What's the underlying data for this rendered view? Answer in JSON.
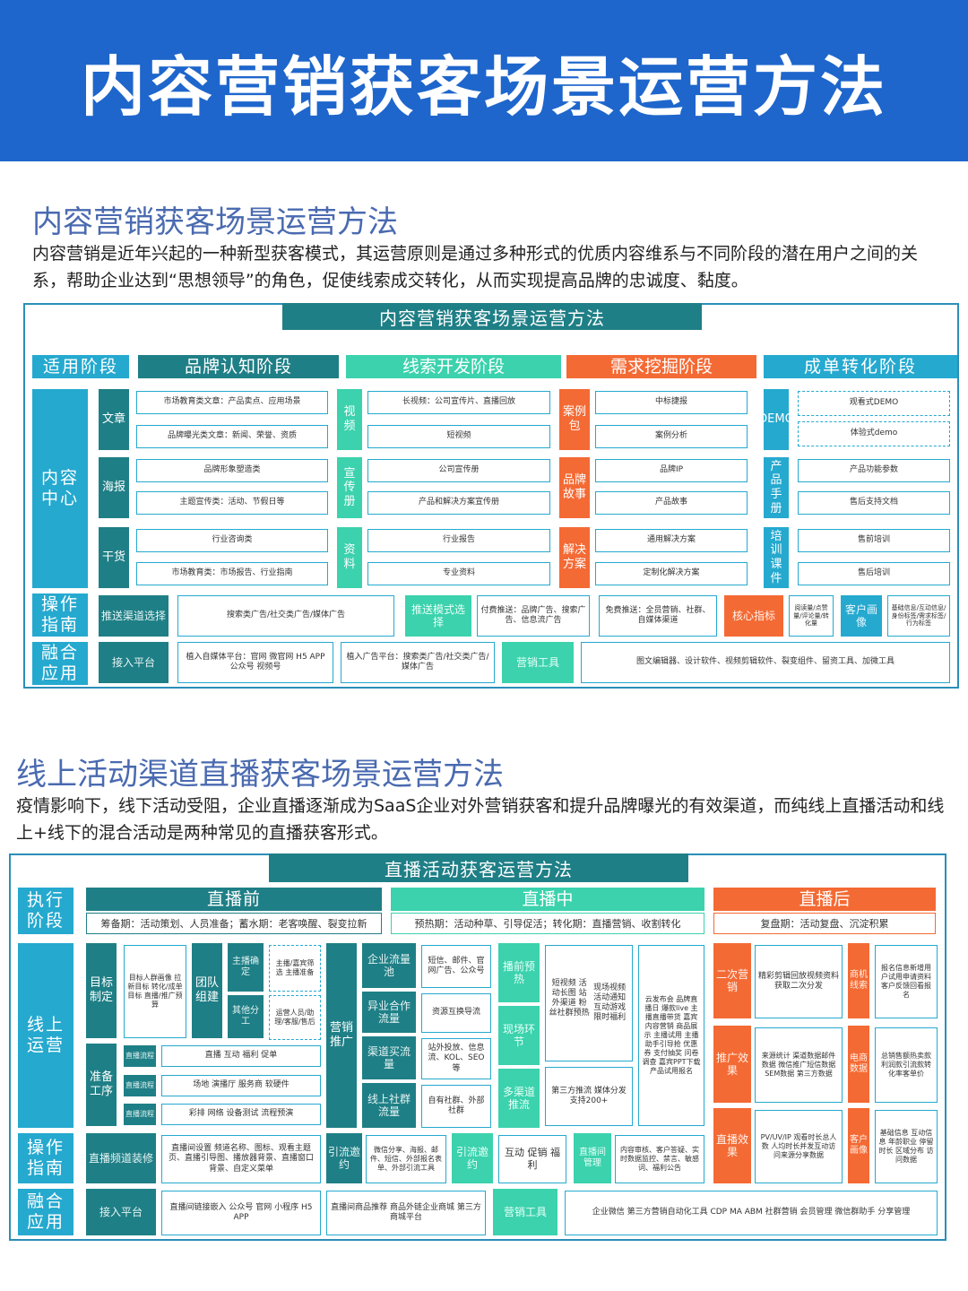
{
  "banner": {
    "title": "内容营销获客场景运营方法"
  },
  "s1": {
    "heading": "内容营销获客场景运营方法",
    "intro": "内容营销是近年兴起的一种新型获客模式，其运营原则是通过多种形式的优质内容维系与不同阶段的潜在用户之间的关系，帮助企业达到“思想领导”的角色，促使线索成交转化，从而实现提高品牌的忠诚度、黏度。",
    "box_title": "内容营销获客场景运营方法",
    "stages": [
      "适用阶段",
      "品牌认知阶段",
      "线索开发阶段",
      "需求挖掘阶段",
      "成单转化阶段"
    ],
    "rows": [
      "内容中心",
      "操作指南",
      "融合应用"
    ],
    "brand": {
      "cats": [
        "文章",
        "海报",
        "干货"
      ],
      "items": [
        "市场教育类文章：产品卖点、应用场景",
        "品牌曝光类文章：新闻、荣誉、资质",
        "品牌形象塑造类",
        "主题宣传类：活动、节假日等",
        "行业咨询类",
        "市场教育类：市场报告、行业指南"
      ]
    },
    "lead": {
      "cats": [
        "视频",
        "宣传册",
        "资料"
      ],
      "items": [
        "长视频：公司宣传片、直播回放",
        "短视频",
        "公司宣传册",
        "产品和解决方案宣传册",
        "行业报告",
        "专业资料"
      ]
    },
    "demand": {
      "cats": [
        "案例包",
        "品牌故事",
        "解决方案"
      ],
      "items": [
        "中标捷报",
        "案例分析",
        "品牌IP",
        "产品故事",
        "通用解决方案",
        "定制化解决方案"
      ]
    },
    "conv": {
      "cats": [
        "DEMO",
        "产品手册",
        "培训课件"
      ],
      "items": [
        "观看式DEMO",
        "体验式demo",
        "产品功能参数",
        "售后支持文档",
        "售前培训",
        "售后培训"
      ]
    },
    "guide": {
      "push_channel": "推送渠道选择",
      "channels": "搜索类广告/社交类广告/媒体广告",
      "push_mode": "推送模式选择",
      "paid": "付费推送：品牌广告、搜索广告、信息流广告",
      "free": "免费推送：全员营销、社群、自媒体渠道",
      "kpi": "核心指标",
      "kpi_items": "阅读量/点赞量/评论量/转化量",
      "persona": "客户画像",
      "persona_items": "基础信息/互动信息/身份标签/需求标签/行为标签"
    },
    "fusion": {
      "platform": "接入平台",
      "self_media": "植入自媒体平台：官网 微官网 H5 APP 公众号 视频号",
      "ad_platform": "植入广告平台：搜索类广告/社交类广告/媒体广告",
      "tools": "营销工具",
      "tools_items": "图文编辑器、设计软件、视频剪辑软件、裂变组件、留资工具、加微工具"
    }
  },
  "s2": {
    "heading": "线上活动渠道直播获客场景运营方法",
    "intro": "疫情影响下，线下活动受阻，企业直播逐渐成为SaaS企业对外营销获客和提升品牌曝光的有效渠道，而纯线上直播活动和线上+线下的混合活动是两种常见的直播获客形式。",
    "box_title": "直播活动获客运营方法",
    "exec": "执行阶段",
    "phases": [
      "直播前",
      "直播中",
      "直播后"
    ],
    "phase_subs": [
      "筹备期：活动策划、人员准备；蓄水期：老客唤醒、裂变拉新",
      "预热期：活动种草、引导促活；转化期：直播营销、收割转化",
      "复盘期：活动复盘、沉淀积累"
    ],
    "rows": [
      "线上运营",
      "操作指南",
      "融合应用"
    ],
    "pre": {
      "goal_label": "目标制定",
      "goal_items": "目标人群画像 拉新目标 转化/成单目标 直播/推广预算",
      "team_label": "团队组建",
      "host": "主播确定",
      "host_items": "主播/嘉宾筛选 主播准备",
      "other": "其他分工",
      "other_items": "运营人员/助理/客服/售后",
      "prep_label": "准备工序",
      "p1": "直播流程",
      "p1t": "直播 互动 福利 促单",
      "p2": "直播流程",
      "p2t": "场地 演播厅 服务商 软硬件",
      "p3": "直播流程",
      "p3t": "彩排 网络 设备测试 流程预演",
      "promo_label": "营销推广",
      "pr1": "企业流量池",
      "pr1t": "短信、邮件、官网广告、公众号",
      "pr2": "异业合作流量",
      "pr2t": "资源互换导流",
      "pr3": "渠道买流量",
      "pr3t": "站外投放、信息流、KOL、SEO等",
      "pr4": "线上社群流量",
      "pr4t": "自有社群、外部社群"
    },
    "mid": {
      "l1": "播前预热",
      "t1": "短视频 活动长图 站外渠道 粉丝社群预热",
      "l2": "现场环节",
      "t2": "现场视频 活动通知 互动游戏 限时福利",
      "l3": "多渠道推流",
      "t3": "第三方推流 媒体分发 支持200+",
      "cloud": "云发布会 品牌直播日 爆款live 主播直播带货 嘉宾内容营销 商品展示 主播试用 主播助手引导抢 优惠券 支付抽奖 问卷调查 嘉宾PPT下载 产品试用报名"
    },
    "post": {
      "l1": "二次营销",
      "t1": "精彩剪辑回放视频资料获取二次分发",
      "l2": "商机线索",
      "t2": "报名信息新增用户试用申请资料客户反馈回看报名",
      "l3": "推广效果",
      "t3": "来源统计 渠道数据邮件数据 微信推广短信数据SEM数据 第三方数据",
      "l4": "电商数据",
      "t4": "总销售额热卖款利润款引流款转化率客单价",
      "l5": "直播效果",
      "t5": "PV/UV/IP 观看时长总人数 人均时长并发互动访问来源分享数据",
      "l6": "客户画像",
      "t6": "基础信息 互动信息 年龄职业 停留时长 区域分布 访问数据"
    },
    "guide": {
      "channel": "直播频道装修",
      "channel_items": "直播间设置 频道名称、图标、观看主题页、直播引导图、播放器背景、直播窗口背景、自定义菜单",
      "l1": "引流邀约",
      "t1": "微信分享、海报、邮件、短信、外部报名表单、外部引流工具",
      "l2": "引流邀约",
      "t2": "互动 促销 福利",
      "l3": "直播间管理",
      "t3": "内容审核、客户答疑、实时数据监控、禁言、敏感词、福利公告"
    },
    "fusion": {
      "platform": "接入平台",
      "embed": "直播间链接嵌入 公众号 官网 小程序 H5 APP",
      "mall": "直播间商品推荐 商品外链企业商城 第三方商城平台",
      "tools": "营销工具",
      "tools_items": "企业微信 第三方营销自动化工具 CDP MA ABM 社群营销 会员管理 微信群助手 分享管理"
    }
  }
}
